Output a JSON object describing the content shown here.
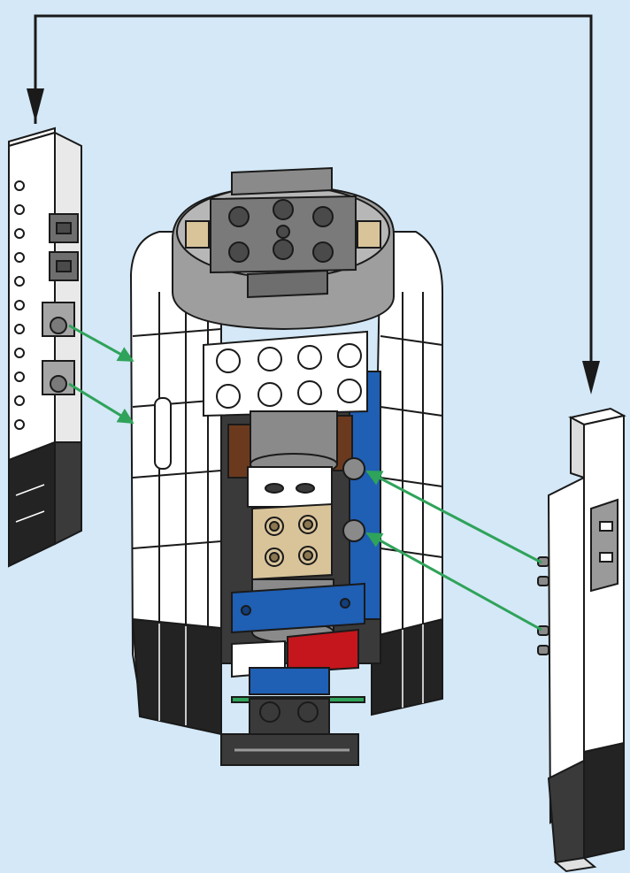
{
  "palette": {
    "background": "#d4e8f7",
    "outline": "#1a1a1a",
    "white": "#ffffff",
    "light_gray": "#bdbdbd",
    "dark_gray": "#6e6e6e",
    "black": "#232323",
    "tan": "#d9c49a",
    "blue": "#1f5fb4",
    "brown": "#6b3a1e",
    "red": "#c4161c",
    "green_connector": "#2fa35a"
  },
  "diagram": {
    "step_type": "building-instruction",
    "left_panel_pins": 2,
    "right_panel_pins": 2,
    "connector_color": "green",
    "callout_arrows": 2
  }
}
